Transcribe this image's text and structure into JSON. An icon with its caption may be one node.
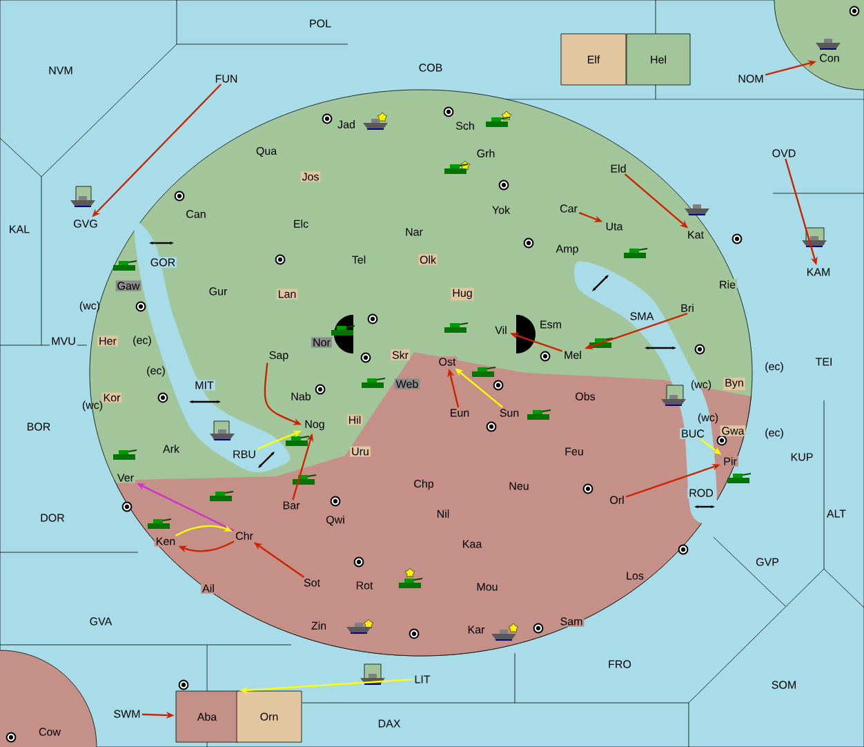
{
  "diagram": {
    "nodes": [
      {
        "text": [
          "POL"
        ]
      },
      {
        "text": [
          "Elf"
        ]
      },
      {
        "text": [
          "Hel"
        ]
      },
      {
        "text": [
          "Con"
        ]
      },
      {
        "text": [
          "NVM"
        ]
      },
      {
        "text": [
          "COB"
        ]
      },
      {
        "text": [
          "FUN"
        ]
      },
      {
        "text": [
          "NOM"
        ]
      },
      {
        "text": [
          "Jad"
        ]
      },
      {
        "text": [
          "Sch"
        ]
      },
      {
        "text": [
          "Qua"
        ]
      },
      {
        "text": [
          "Grh"
        ]
      },
      {
        "text": [
          "OVD"
        ]
      },
      {
        "text": [
          "Eld"
        ]
      },
      {
        "text": [
          "Jos"
        ]
      },
      {
        "text": [
          "Yok"
        ]
      },
      {
        "text": [
          "Car"
        ]
      },
      {
        "text": [
          "Can"
        ]
      },
      {
        "text": [
          "GVG"
        ]
      },
      {
        "text": [
          "Elc"
        ]
      },
      {
        "text": [
          "Uta"
        ]
      },
      {
        "text": [
          "KAL"
        ]
      },
      {
        "text": [
          "Nar"
        ]
      },
      {
        "text": [
          "Kat"
        ]
      },
      {
        "text": [
          "Amp"
        ]
      },
      {
        "text": [
          "GOR"
        ]
      },
      {
        "text": [
          "Olk"
        ]
      },
      {
        "text": [
          "Tel"
        ]
      },
      {
        "text": [
          "KAM"
        ]
      },
      {
        "text": [
          "Gaw"
        ]
      },
      {
        "text": [
          "Rie"
        ]
      },
      {
        "text": [
          "Gur"
        ]
      },
      {
        "text": [
          "Lan"
        ]
      },
      {
        "text": [
          "Hug"
        ]
      },
      {
        "text": [
          "Bri"
        ]
      },
      {
        "text": [
          "SMA"
        ]
      },
      {
        "text": [
          "Esm"
        ]
      },
      {
        "text": [
          "Vil"
        ]
      },
      {
        "text": [
          "MVU"
        ]
      },
      {
        "text": [
          "Her"
        ]
      },
      {
        "text": [
          "Nor"
        ]
      },
      {
        "text": [
          "Skr"
        ]
      },
      {
        "text": [
          "Mel"
        ]
      },
      {
        "text": [
          "Sap"
        ]
      },
      {
        "text": [
          "TEI"
        ]
      },
      {
        "text": [
          "Ost"
        ]
      },
      {
        "text": [
          "Web"
        ]
      },
      {
        "text": [
          "Byn"
        ]
      },
      {
        "text": [
          "MIT"
        ]
      },
      {
        "text": [
          "Nab"
        ]
      },
      {
        "text": [
          "Obs"
        ]
      },
      {
        "text": [
          "Kor"
        ]
      },
      {
        "text": [
          "Eun"
        ]
      },
      {
        "text": [
          "Sun"
        ]
      },
      {
        "text": [
          "Hil"
        ]
      },
      {
        "text": [
          "Nog"
        ]
      },
      {
        "text": [
          "BOR"
        ]
      },
      {
        "text": [
          "Gwa"
        ]
      },
      {
        "text": [
          "BUC"
        ]
      },
      {
        "text": [
          "Ark"
        ]
      },
      {
        "text": [
          "Uru"
        ]
      },
      {
        "text": [
          "Feu"
        ]
      },
      {
        "text": [
          "RBU"
        ]
      },
      {
        "text": [
          "KUP"
        ]
      },
      {
        "text": [
          "Pir"
        ]
      },
      {
        "text": [
          "Ver"
        ]
      },
      {
        "text": [
          "Chp"
        ]
      },
      {
        "text": [
          "Neu"
        ]
      },
      {
        "text": [
          "ROD"
        ]
      },
      {
        "text": [
          "Orl"
        ]
      },
      {
        "text": [
          "Bar"
        ]
      },
      {
        "text": [
          "Nil"
        ]
      },
      {
        "text": [
          "ALT"
        ]
      },
      {
        "text": [
          "DOR"
        ]
      },
      {
        "text": [
          "Qwi"
        ]
      },
      {
        "text": [
          "Chr"
        ]
      },
      {
        "text": [
          "Ken"
        ]
      },
      {
        "text": [
          "Kaa"
        ]
      },
      {
        "text": [
          "GVP"
        ]
      },
      {
        "text": [
          "Los"
        ]
      },
      {
        "text": [
          "Sot"
        ]
      },
      {
        "text": [
          "Rot"
        ]
      },
      {
        "text": [
          "Mou"
        ]
      },
      {
        "text": [
          "Ail"
        ]
      },
      {
        "text": [
          "GVA"
        ]
      },
      {
        "text": [
          "Sam"
        ]
      },
      {
        "text": [
          "Zin"
        ]
      },
      {
        "text": [
          "Kar"
        ]
      },
      {
        "text": [
          "FRO"
        ]
      },
      {
        "text": [
          "LIT"
        ]
      },
      {
        "text": [
          "SOM"
        ]
      },
      {
        "text": [
          "SWM"
        ]
      },
      {
        "text": [
          "Aba"
        ]
      },
      {
        "text": [
          "Orn"
        ]
      },
      {
        "text": [
          "DAX"
        ]
      },
      {
        "text": [
          "Cow"
        ]
      }
    ],
    "edges": [
      {
        "from": 6,
        "to": 18,
        "arrow": "to"
      },
      {
        "from": 7,
        "to": 3,
        "arrow": "to"
      },
      {
        "from": 13,
        "to": 23,
        "arrow": "to"
      },
      {
        "from": 12,
        "to": 28,
        "arrow": "to"
      },
      {
        "from": 16,
        "to": 20,
        "arrow": "to"
      },
      {
        "from": 34,
        "to": 42,
        "arrow": "to"
      },
      {
        "from": 42,
        "to": 37,
        "arrow": "to"
      },
      {
        "from": 52,
        "to": 45,
        "arrow": "to"
      },
      {
        "from": 53,
        "to": 45,
        "arrow": "to",
        "color": "#ffff00"
      },
      {
        "from": 62,
        "to": 55,
        "arrow": "to",
        "color": "#ffff00"
      },
      {
        "from": 43,
        "to": 55,
        "arrow": "to"
      },
      {
        "from": 70,
        "to": 55,
        "arrow": "to"
      },
      {
        "from": 75,
        "to": 65,
        "arrow": "to",
        "color": "#cc33cc"
      },
      {
        "from": 75,
        "to": 76,
        "arrow": "to"
      },
      {
        "from": 76,
        "to": 75,
        "arrow": "to",
        "color": "#ffff00"
      },
      {
        "from": 80,
        "to": 75,
        "arrow": "to"
      },
      {
        "from": 58,
        "to": 64,
        "arrow": "to",
        "color": "#ffff00"
      },
      {
        "from": 69,
        "to": 64,
        "arrow": "to"
      },
      {
        "from": 91,
        "to": 92,
        "arrow": "to"
      },
      {
        "from": 89,
        "to": 92,
        "arrow": "to",
        "color": "#ffff00"
      }
    ],
    "labels": [
      "(wc)",
      "(ec)",
      "(ec)",
      "(ec)",
      "(wc)",
      "(wc)",
      "(wc)",
      "(ec)"
    ]
  }
}
